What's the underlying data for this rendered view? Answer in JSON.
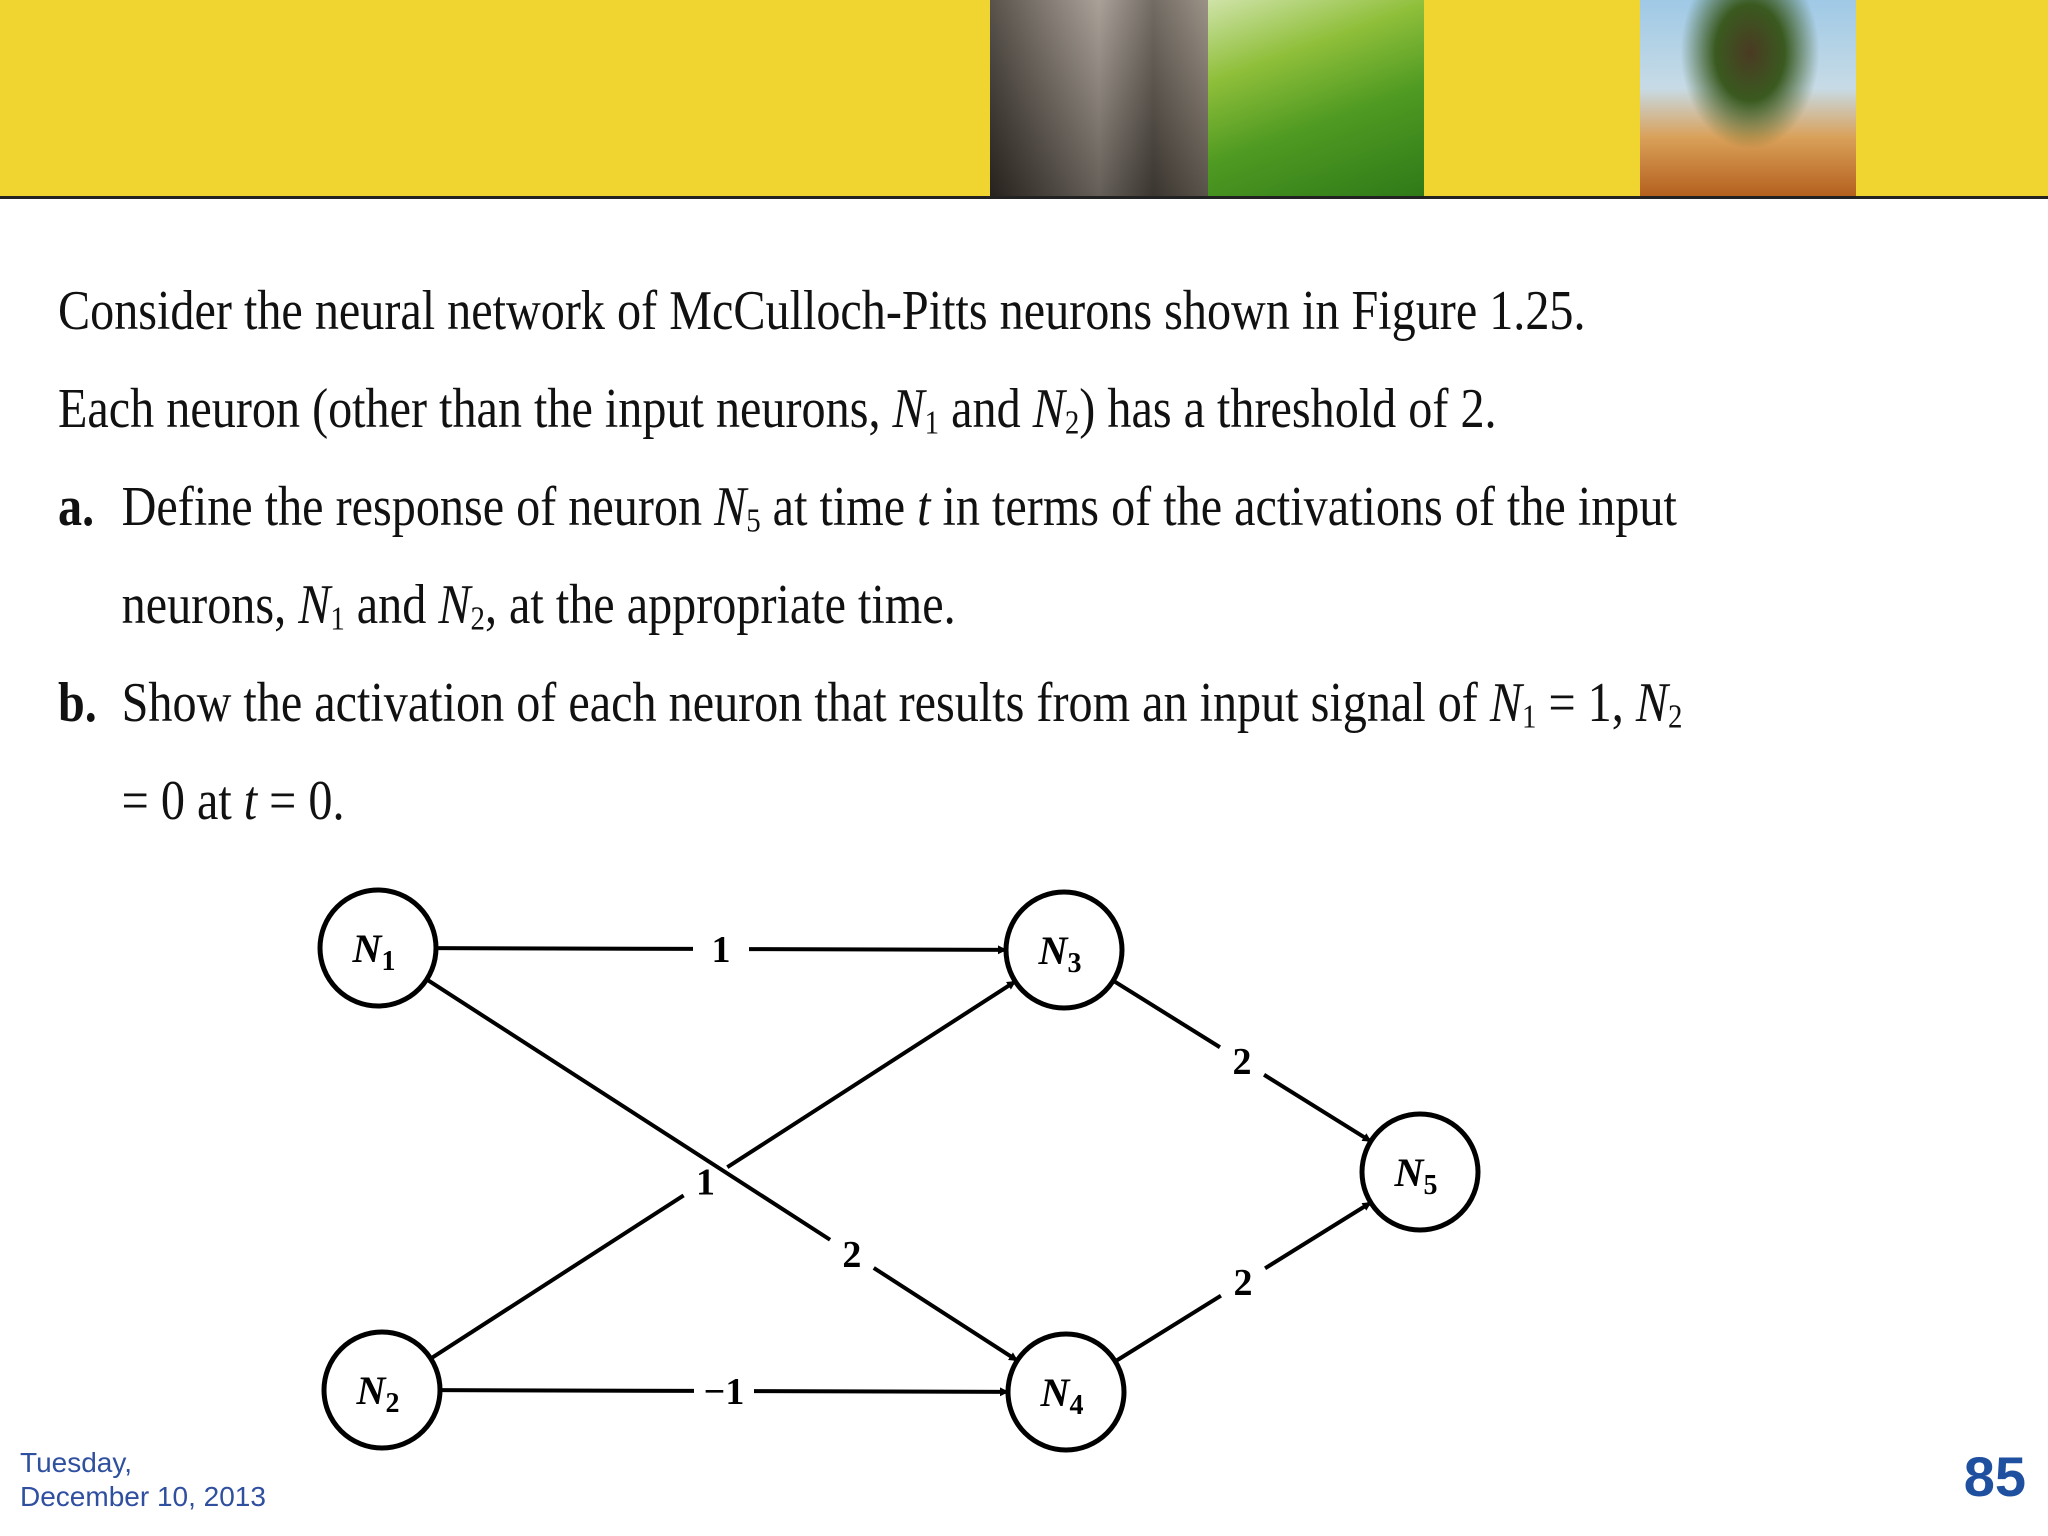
{
  "problem": {
    "intro": [
      "Consider the neural network of McCulloch-Pitts neurons shown in Figure 1.25. Each neuron (other than the input neurons, ",
      "N",
      "1",
      " and ",
      "N",
      "2",
      ") has a threshold of 2."
    ],
    "items": [
      {
        "label": "a.",
        "parts": [
          "Define the response of neuron ",
          "N",
          "5",
          " at time ",
          "t",
          " in terms of the activations of the input neurons, ",
          "N",
          "1",
          " and ",
          "N",
          "2",
          ", at the appropriate time."
        ]
      },
      {
        "label": "b.",
        "parts": [
          "Show the activation of each neuron that results from an input signal of ",
          "N",
          "1",
          " = 1, ",
          "N",
          "2",
          " = 0 at ",
          "t",
          " = 0."
        ]
      }
    ]
  },
  "network": {
    "nodes": [
      {
        "id": "N1",
        "letter": "N",
        "sub": "1"
      },
      {
        "id": "N2",
        "letter": "N",
        "sub": "2"
      },
      {
        "id": "N3",
        "letter": "N",
        "sub": "3"
      },
      {
        "id": "N4",
        "letter": "N",
        "sub": "4"
      },
      {
        "id": "N5",
        "letter": "N",
        "sub": "5"
      }
    ],
    "edges": [
      {
        "from": "N1",
        "to": "N3",
        "weight": "1"
      },
      {
        "from": "N2",
        "to": "N3",
        "weight": "1"
      },
      {
        "from": "N1",
        "to": "N4",
        "weight": "2"
      },
      {
        "from": "N2",
        "to": "N4",
        "weight": "−1"
      },
      {
        "from": "N3",
        "to": "N5",
        "weight": "2"
      },
      {
        "from": "N4",
        "to": "N5",
        "weight": "2"
      }
    ]
  },
  "footer": {
    "day": "Tuesday,",
    "date": "December 10, 2013",
    "page": "85"
  }
}
